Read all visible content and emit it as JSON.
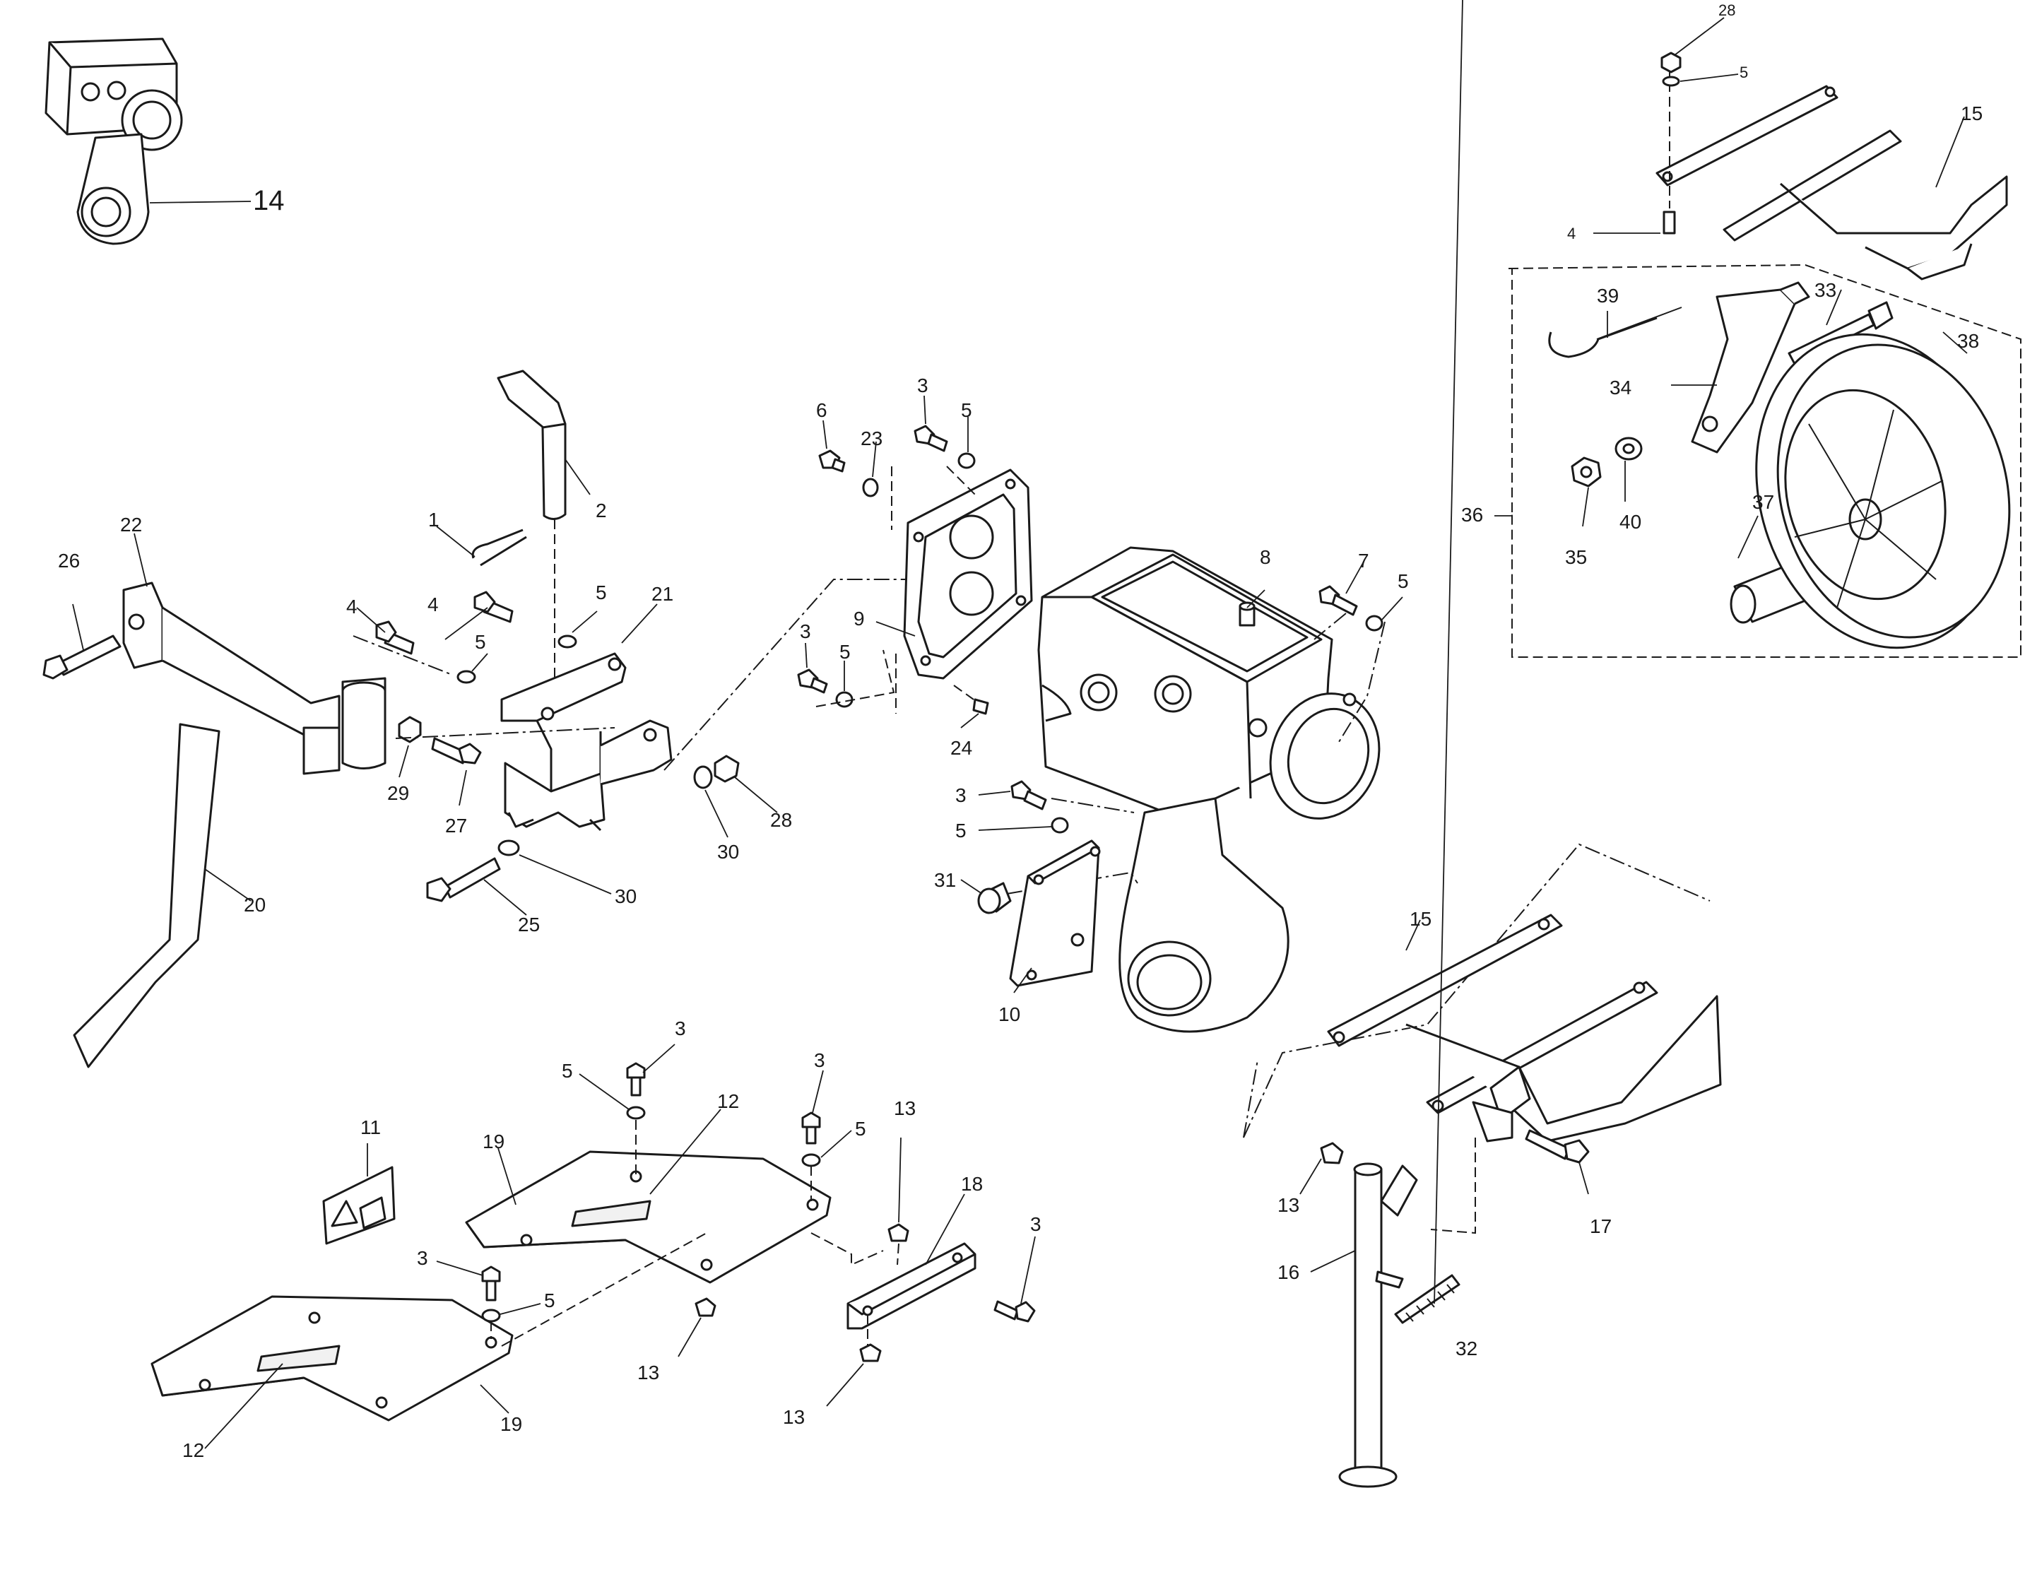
{
  "labels": {
    "l14": "14",
    "l28a": "28",
    "l5a": "5",
    "l15a": "15",
    "l4a": "4",
    "l39": "39",
    "l33": "33",
    "l38": "38",
    "l34": "34",
    "l36": "36",
    "l37": "37",
    "l35": "35",
    "l40": "40",
    "l2": "2",
    "l1": "1",
    "l22": "22",
    "l26": "26",
    "l4b": "4",
    "l4c": "4",
    "l5b": "5",
    "l5c": "5",
    "l21": "21",
    "l29": "29",
    "l27": "27",
    "l30a": "30",
    "l28b": "28",
    "l30b": "30",
    "l25": "25",
    "l20": "20",
    "l6": "6",
    "l23": "23",
    "l3a": "3",
    "l5d": "5",
    "l9": "9",
    "l3b": "3",
    "l5e": "5",
    "l24": "24",
    "l8": "8",
    "l7": "7",
    "l5f": "5",
    "l3c": "3",
    "l5g": "5",
    "l31": "31",
    "l10": "10",
    "l15b": "15",
    "l13a": "13",
    "l17": "17",
    "l16": "16",
    "l32": "32",
    "l11": "11",
    "l3d": "3",
    "l5h": "5",
    "l12a": "12",
    "l19a": "19",
    "l3e": "3",
    "l5i": "5",
    "l13b": "13",
    "l18": "18",
    "l3f": "3",
    "l3g": "3",
    "l5j": "5",
    "l13c": "13",
    "l13d": "13",
    "l12b": "12",
    "l19b": "19"
  }
}
